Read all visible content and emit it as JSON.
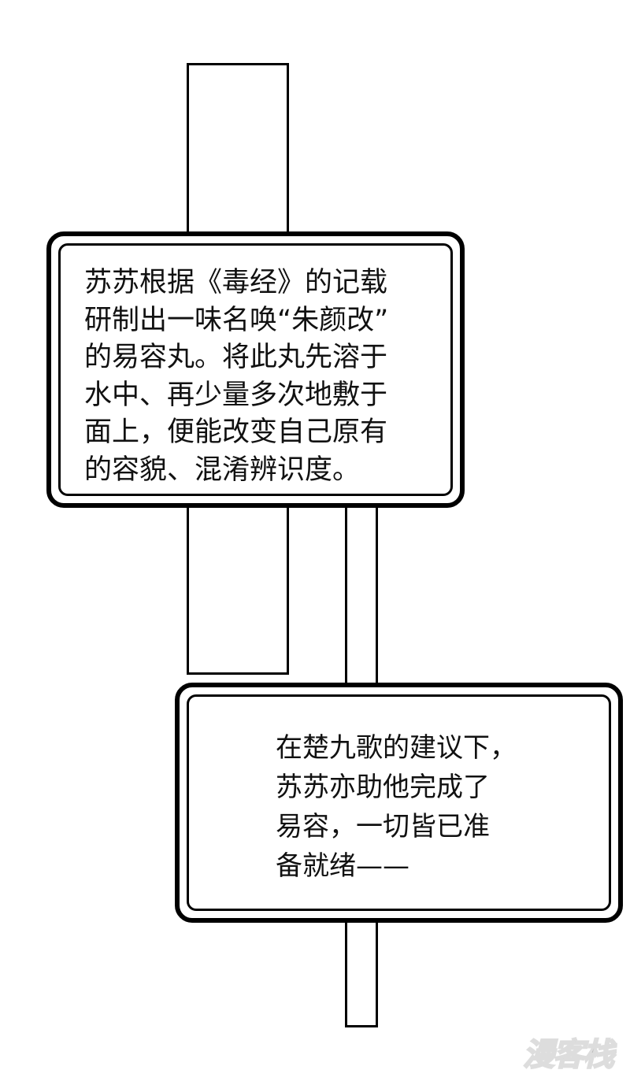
{
  "caption_1": {
    "lines": [
      "苏苏根据《毒经》的记载",
      "研制出一味名唤“朱颜改”",
      "的易容丸。将此丸先溶于",
      "水中、再少量多次地敷于",
      "面上，便能改变自己原有",
      "的容貌、混淆辨识度。"
    ]
  },
  "caption_2": {
    "lines": [
      "在楚九歌的建议下，",
      "苏苏亦助他完成了",
      "易容，一切皆已准",
      "备就绪——"
    ]
  },
  "watermark": "漫客栈"
}
